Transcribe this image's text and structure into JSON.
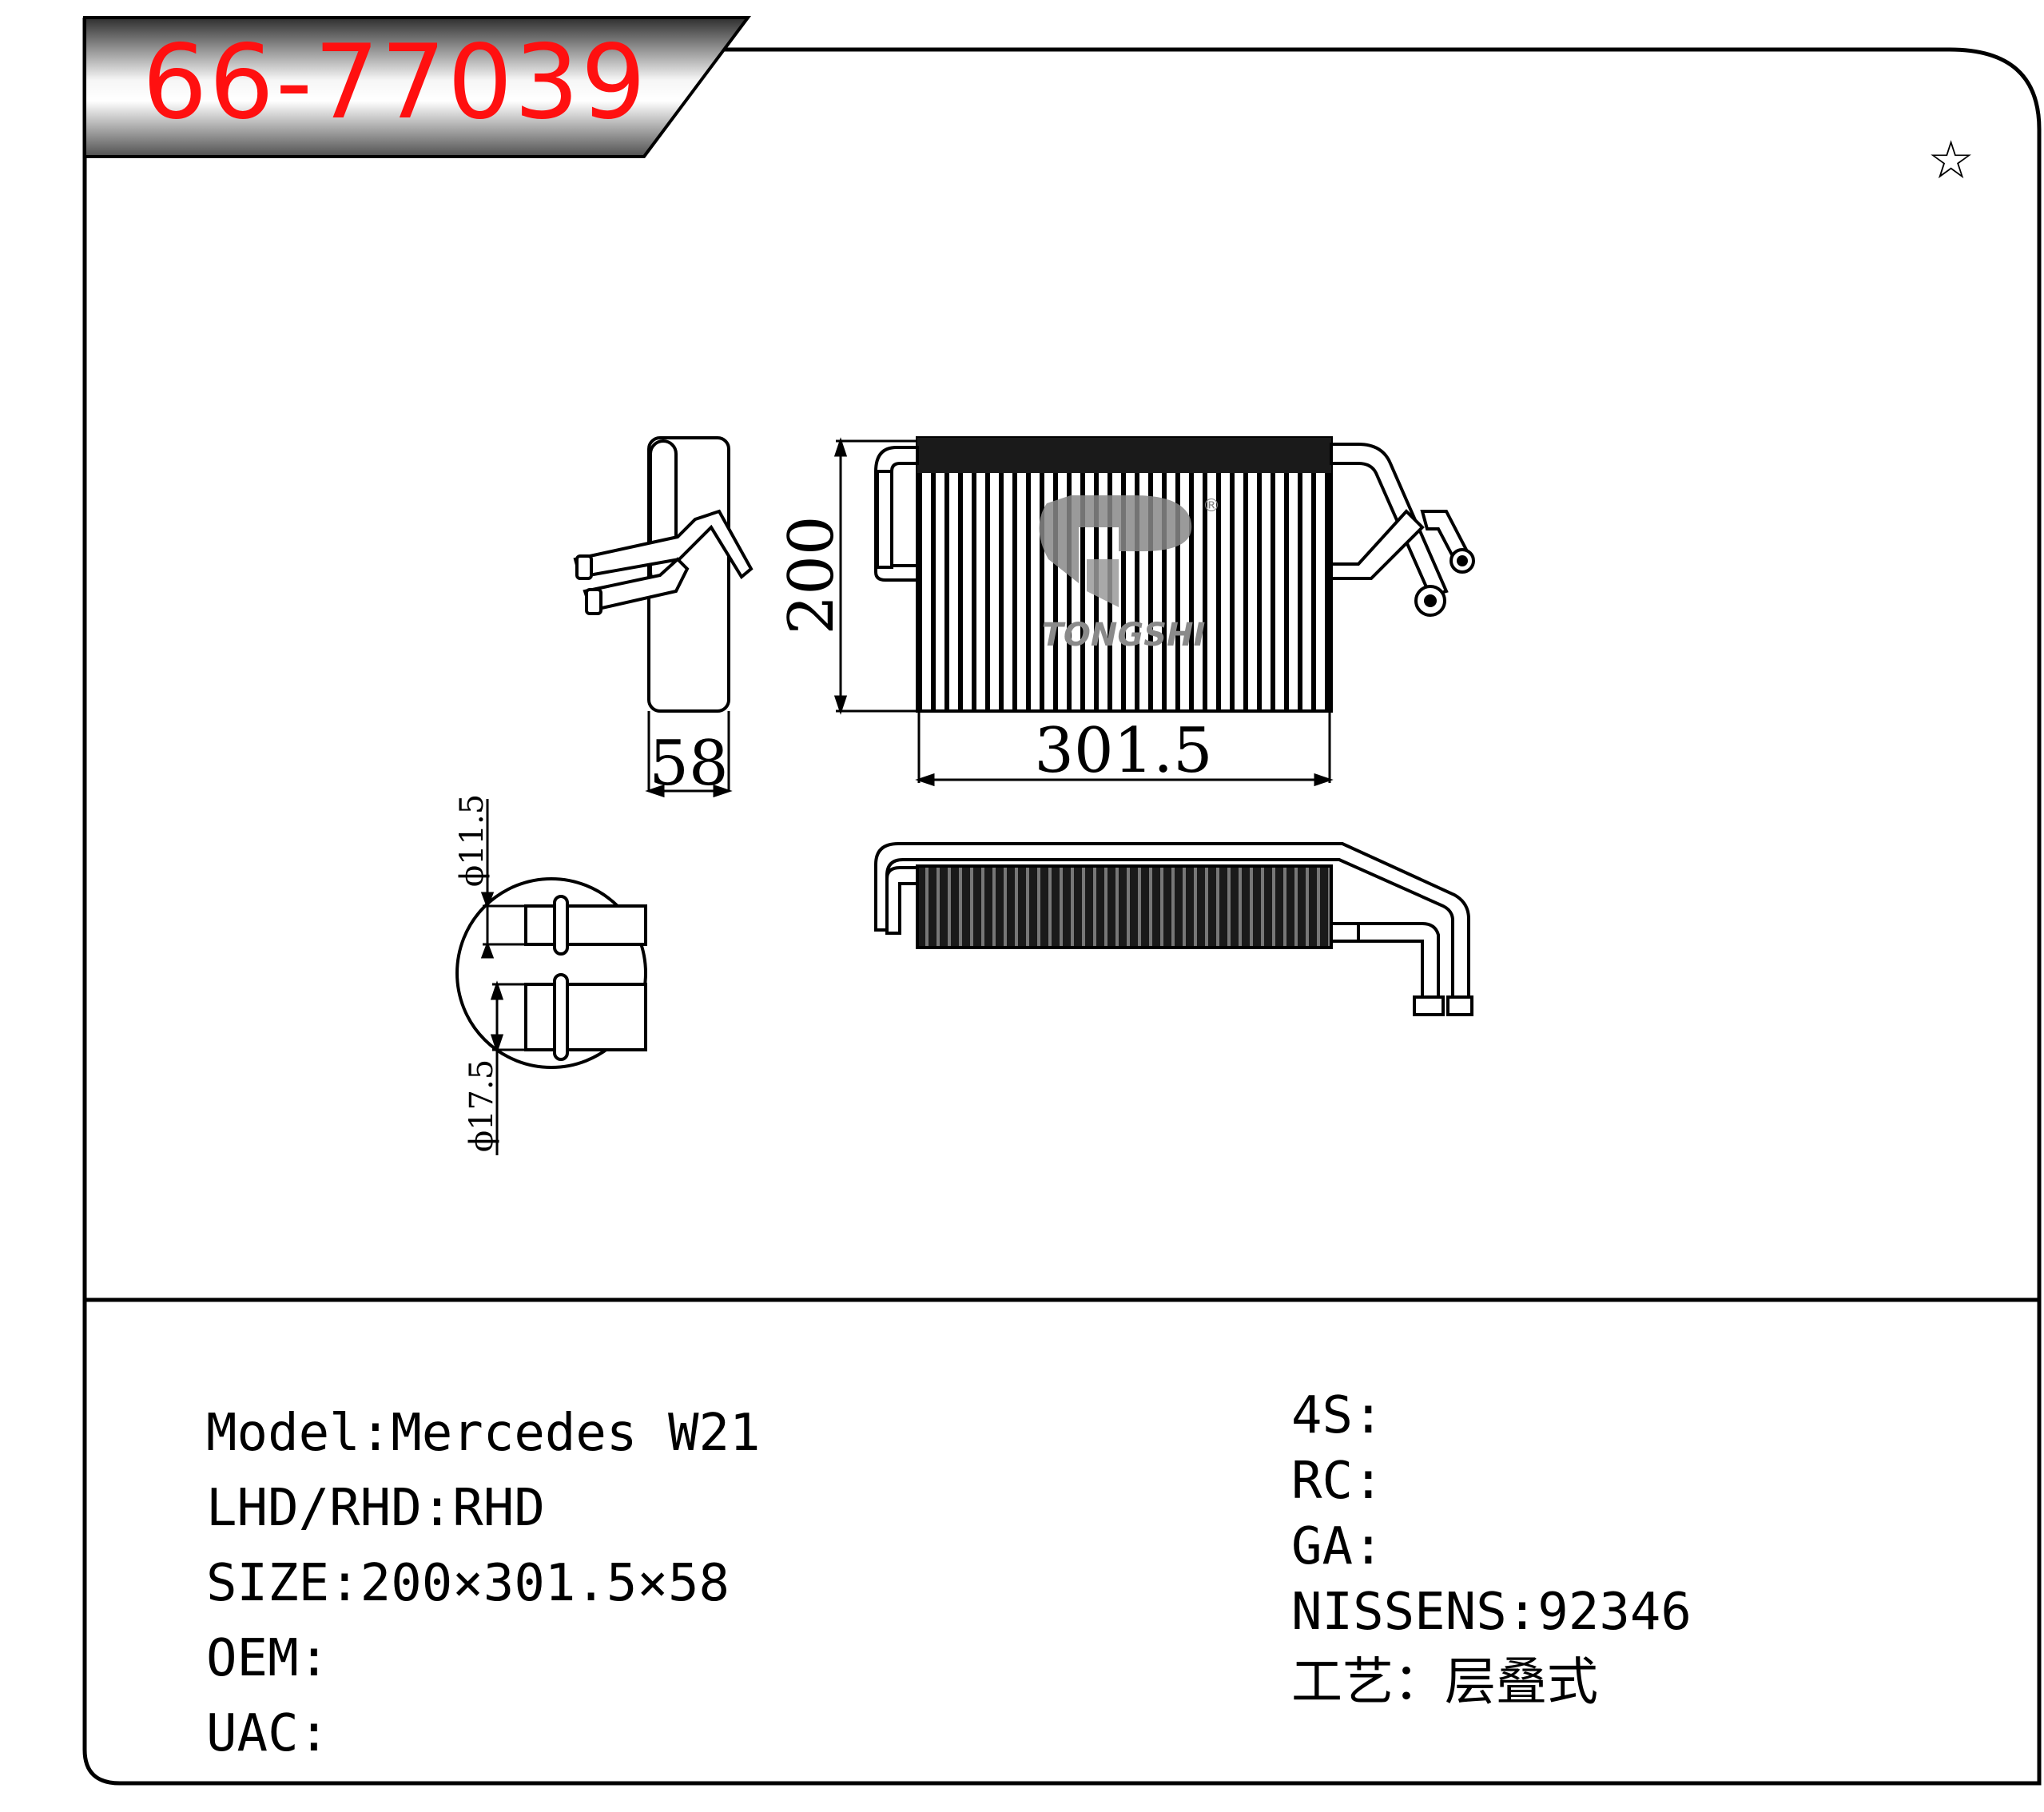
{
  "header": {
    "part_number": "66-77039"
  },
  "decor": {
    "star_icon": "☆"
  },
  "drawing": {
    "dim_height": "200",
    "dim_depth": "58",
    "dim_width": "301.5",
    "dim_pipe_small": "ϕ11.5",
    "dim_pipe_large": "ϕ17.5",
    "logo_text": "TONGSHI",
    "logo_mark": "®"
  },
  "specs_left": [
    {
      "label": "Model:",
      "value": "Mercedes W21"
    },
    {
      "label": "LHD/RHD:",
      "value": "RHD"
    },
    {
      "label": "SIZE:",
      "value": "200×301.5×58"
    },
    {
      "label": "OEM:",
      "value": ""
    },
    {
      "label": "UAC:",
      "value": ""
    }
  ],
  "specs_right": [
    {
      "label": "4S:",
      "value": ""
    },
    {
      "label": "RC:",
      "value": ""
    },
    {
      "label": "GA:",
      "value": ""
    },
    {
      "label": "NISSENS:",
      "value": "92346"
    },
    {
      "label": "工艺：",
      "value": "层叠式"
    }
  ],
  "colors": {
    "part_number": "#ff1010",
    "banner_dark": "#3a3a3a",
    "banner_light": "#f4f4f4"
  }
}
